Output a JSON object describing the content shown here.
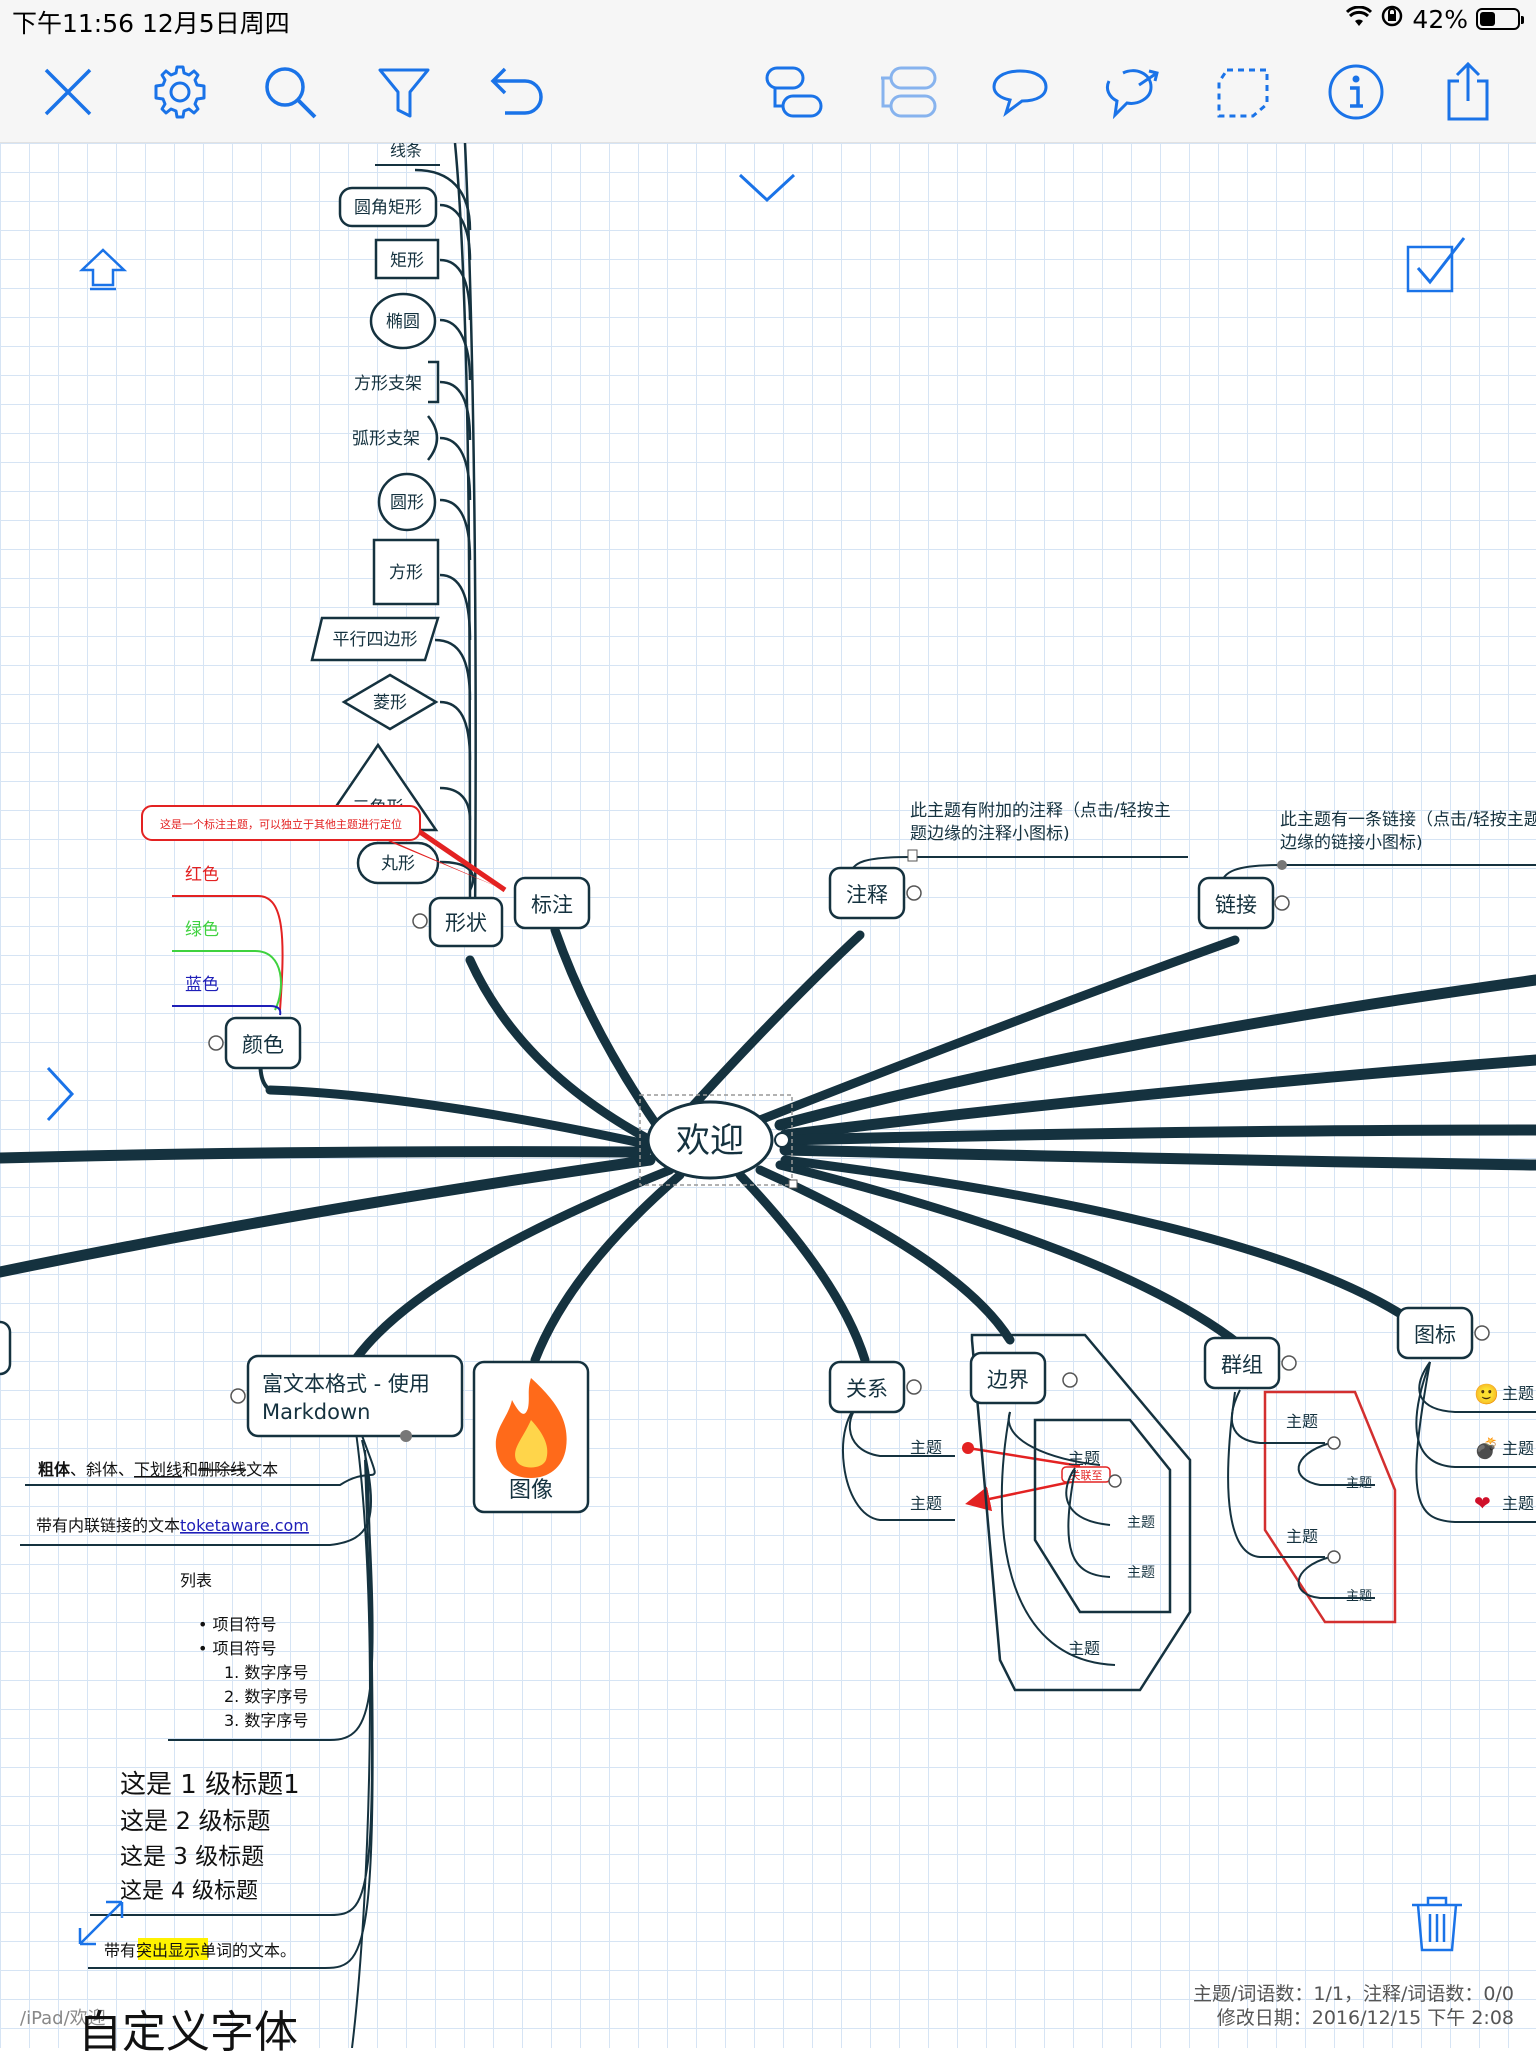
{
  "status": {
    "time": "下午11:56 12月5日周四",
    "battery": "42%",
    "battery_level": 0.42
  },
  "toolbar": {
    "left": [
      "close-icon",
      "gear-icon",
      "search-icon",
      "filter-icon",
      "undo-icon"
    ],
    "right": [
      "add-topic-icon",
      "add-subtopic-icon",
      "callout-icon",
      "relationship-icon",
      "boundary-icon",
      "info-icon",
      "share-icon"
    ]
  },
  "central": "欢迎",
  "shapes": {
    "branch": "形状",
    "items": [
      "线条",
      "圆角矩形",
      "矩形",
      "椭圆",
      "方形支架",
      "弧形支架",
      "圆形",
      "方形",
      "平行四边形",
      "菱形",
      "三角形",
      "丸形"
    ]
  },
  "callout": {
    "branch": "标注",
    "text": "这是一个标注主题，可以独立于其他主题进行定位"
  },
  "colors": {
    "branch": "颜色",
    "items": [
      "红色",
      "绿色",
      "蓝色"
    ],
    "red": "#e32222",
    "green": "#3fd23f",
    "blue": "#1f1fb8"
  },
  "notes": {
    "branch": "注释",
    "text": [
      "此主题有附加的注释（点击/轻按主",
      "题边缘的注释小图标)"
    ]
  },
  "link": {
    "branch": "链接",
    "text": [
      "此主题有一条链接（点击/轻按主题",
      "边缘的链接小图标)"
    ]
  },
  "richtext": {
    "branch": [
      "富文本格式 - 使用",
      "Markdown"
    ],
    "line1": {
      "bold": "粗体",
      "sep1": "、斜体、",
      "underline": "下划线",
      "sep2": "和",
      "strike": "删除线",
      "tail": "文本"
    },
    "line2": {
      "prefix": "带有内联链接的文本",
      "link": "toketaware.com"
    },
    "list_title": "列表",
    "bullets": [
      "• 项目符号",
      "• 项目符号"
    ],
    "numbered": [
      "1. 数字序号",
      "2. 数字序号",
      "3. 数字序号"
    ],
    "headings": [
      "这是 1 级标题1",
      "这是 2 级标题",
      "这是 3 级标题",
      "这是 4 级标题"
    ],
    "highlight": {
      "prefix": "带有",
      "mark": "突出显示",
      "suffix": "单词的文本。"
    }
  },
  "image_topic": "图像",
  "relation": {
    "branch": "关系",
    "topics": [
      "主题",
      "主题"
    ],
    "label": "关联至"
  },
  "boundary": {
    "branch": "边界",
    "topics": [
      "主题",
      "主题",
      "主题",
      "主题"
    ]
  },
  "group": {
    "branch": "群组",
    "topics": [
      "主题",
      "主题",
      "主题",
      "主题"
    ]
  },
  "icons": {
    "branch": "图标",
    "topics": [
      "主题",
      "主题",
      "主题"
    ],
    "emoji": [
      "🙂",
      "💣",
      "❤"
    ]
  },
  "custom_font": "自定义字体",
  "path": "/iPad/欢迎",
  "footer": {
    "line1": "主题/词语数：1/1，注释/词语数：0/0",
    "line2": "修改日期：2016/12/15 下午 2:08"
  },
  "accent": "#1a73e8",
  "line_color": "#15323f"
}
